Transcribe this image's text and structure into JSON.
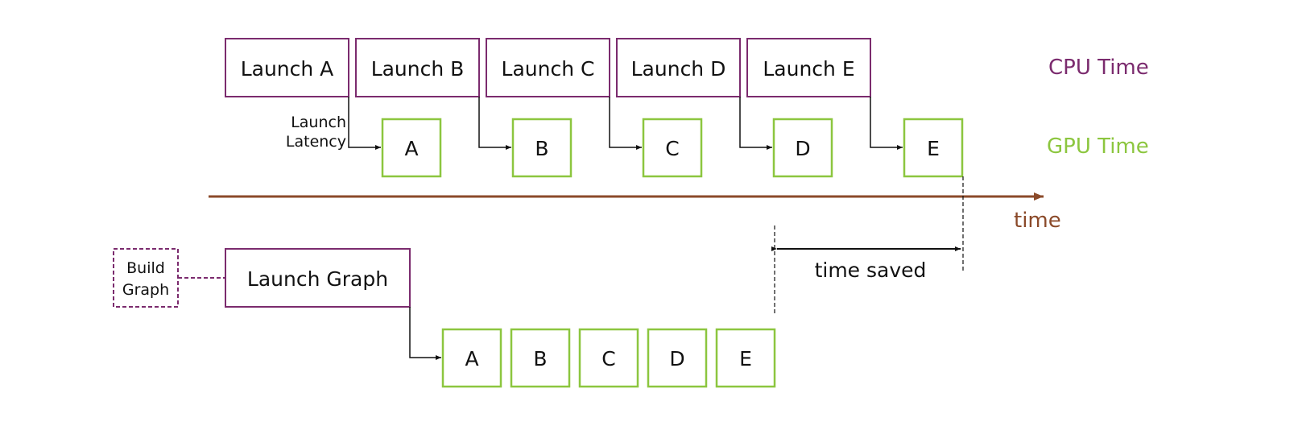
{
  "legend": {
    "cpu": "CPU Time",
    "gpu": "GPU Time",
    "cpu_color": "#7b2b6e",
    "gpu_color": "#8cc63f"
  },
  "timeline": {
    "label": "time",
    "color": "#8b4a2a"
  },
  "sequential": {
    "launches": [
      "Launch A",
      "Launch B",
      "Launch C",
      "Launch D",
      "Launch E"
    ],
    "kernels": [
      "A",
      "B",
      "C",
      "D",
      "E"
    ],
    "latency_label": [
      "Launch",
      "Latency"
    ]
  },
  "graph": {
    "build_label": [
      "Build",
      "Graph"
    ],
    "launch_label": "Launch Graph",
    "kernels": [
      "A",
      "B",
      "C",
      "D",
      "E"
    ]
  },
  "saving": {
    "label": "time saved"
  }
}
